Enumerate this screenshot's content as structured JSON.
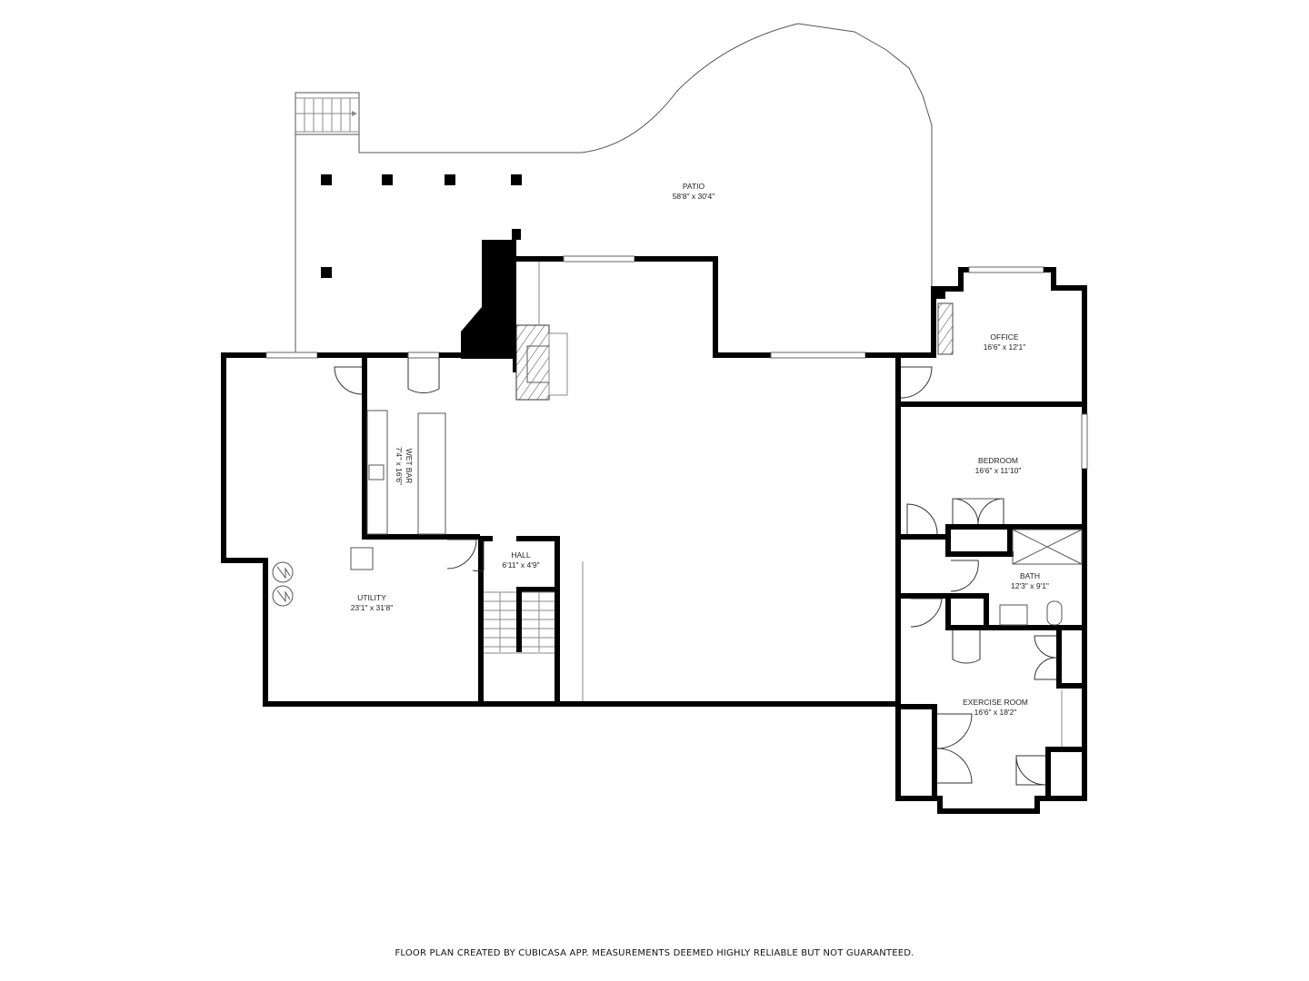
{
  "plan": {
    "rooms": {
      "patio": {
        "name": "PATIO",
        "dims": "58'8\" x 30'4\""
      },
      "office": {
        "name": "OFFICE",
        "dims": "16'6\" x 12'1\""
      },
      "bedroom": {
        "name": "BEDROOM",
        "dims": "16'6\" x 11'10\""
      },
      "bath": {
        "name": "BATH",
        "dims": "12'3\" x 9'1\""
      },
      "exercise": {
        "name": "EXERCISE ROOM",
        "dims": "16'6\" x 18'2\""
      },
      "utility": {
        "name": "UTILITY",
        "dims": "23'1\" x 31'8\""
      },
      "hall": {
        "name": "HALL",
        "dims": "6'11\" x 4'9\""
      },
      "wetbar": {
        "name": "WET BAR",
        "dims": "7'4\" x 16'6\""
      }
    },
    "colors": {
      "wall": "#000000",
      "line": "#555555",
      "background": "#ffffff"
    }
  },
  "footer": {
    "disclaimer": "FLOOR PLAN CREATED BY CUBICASA APP. MEASUREMENTS DEEMED HIGHLY RELIABLE BUT NOT GUARANTEED."
  }
}
